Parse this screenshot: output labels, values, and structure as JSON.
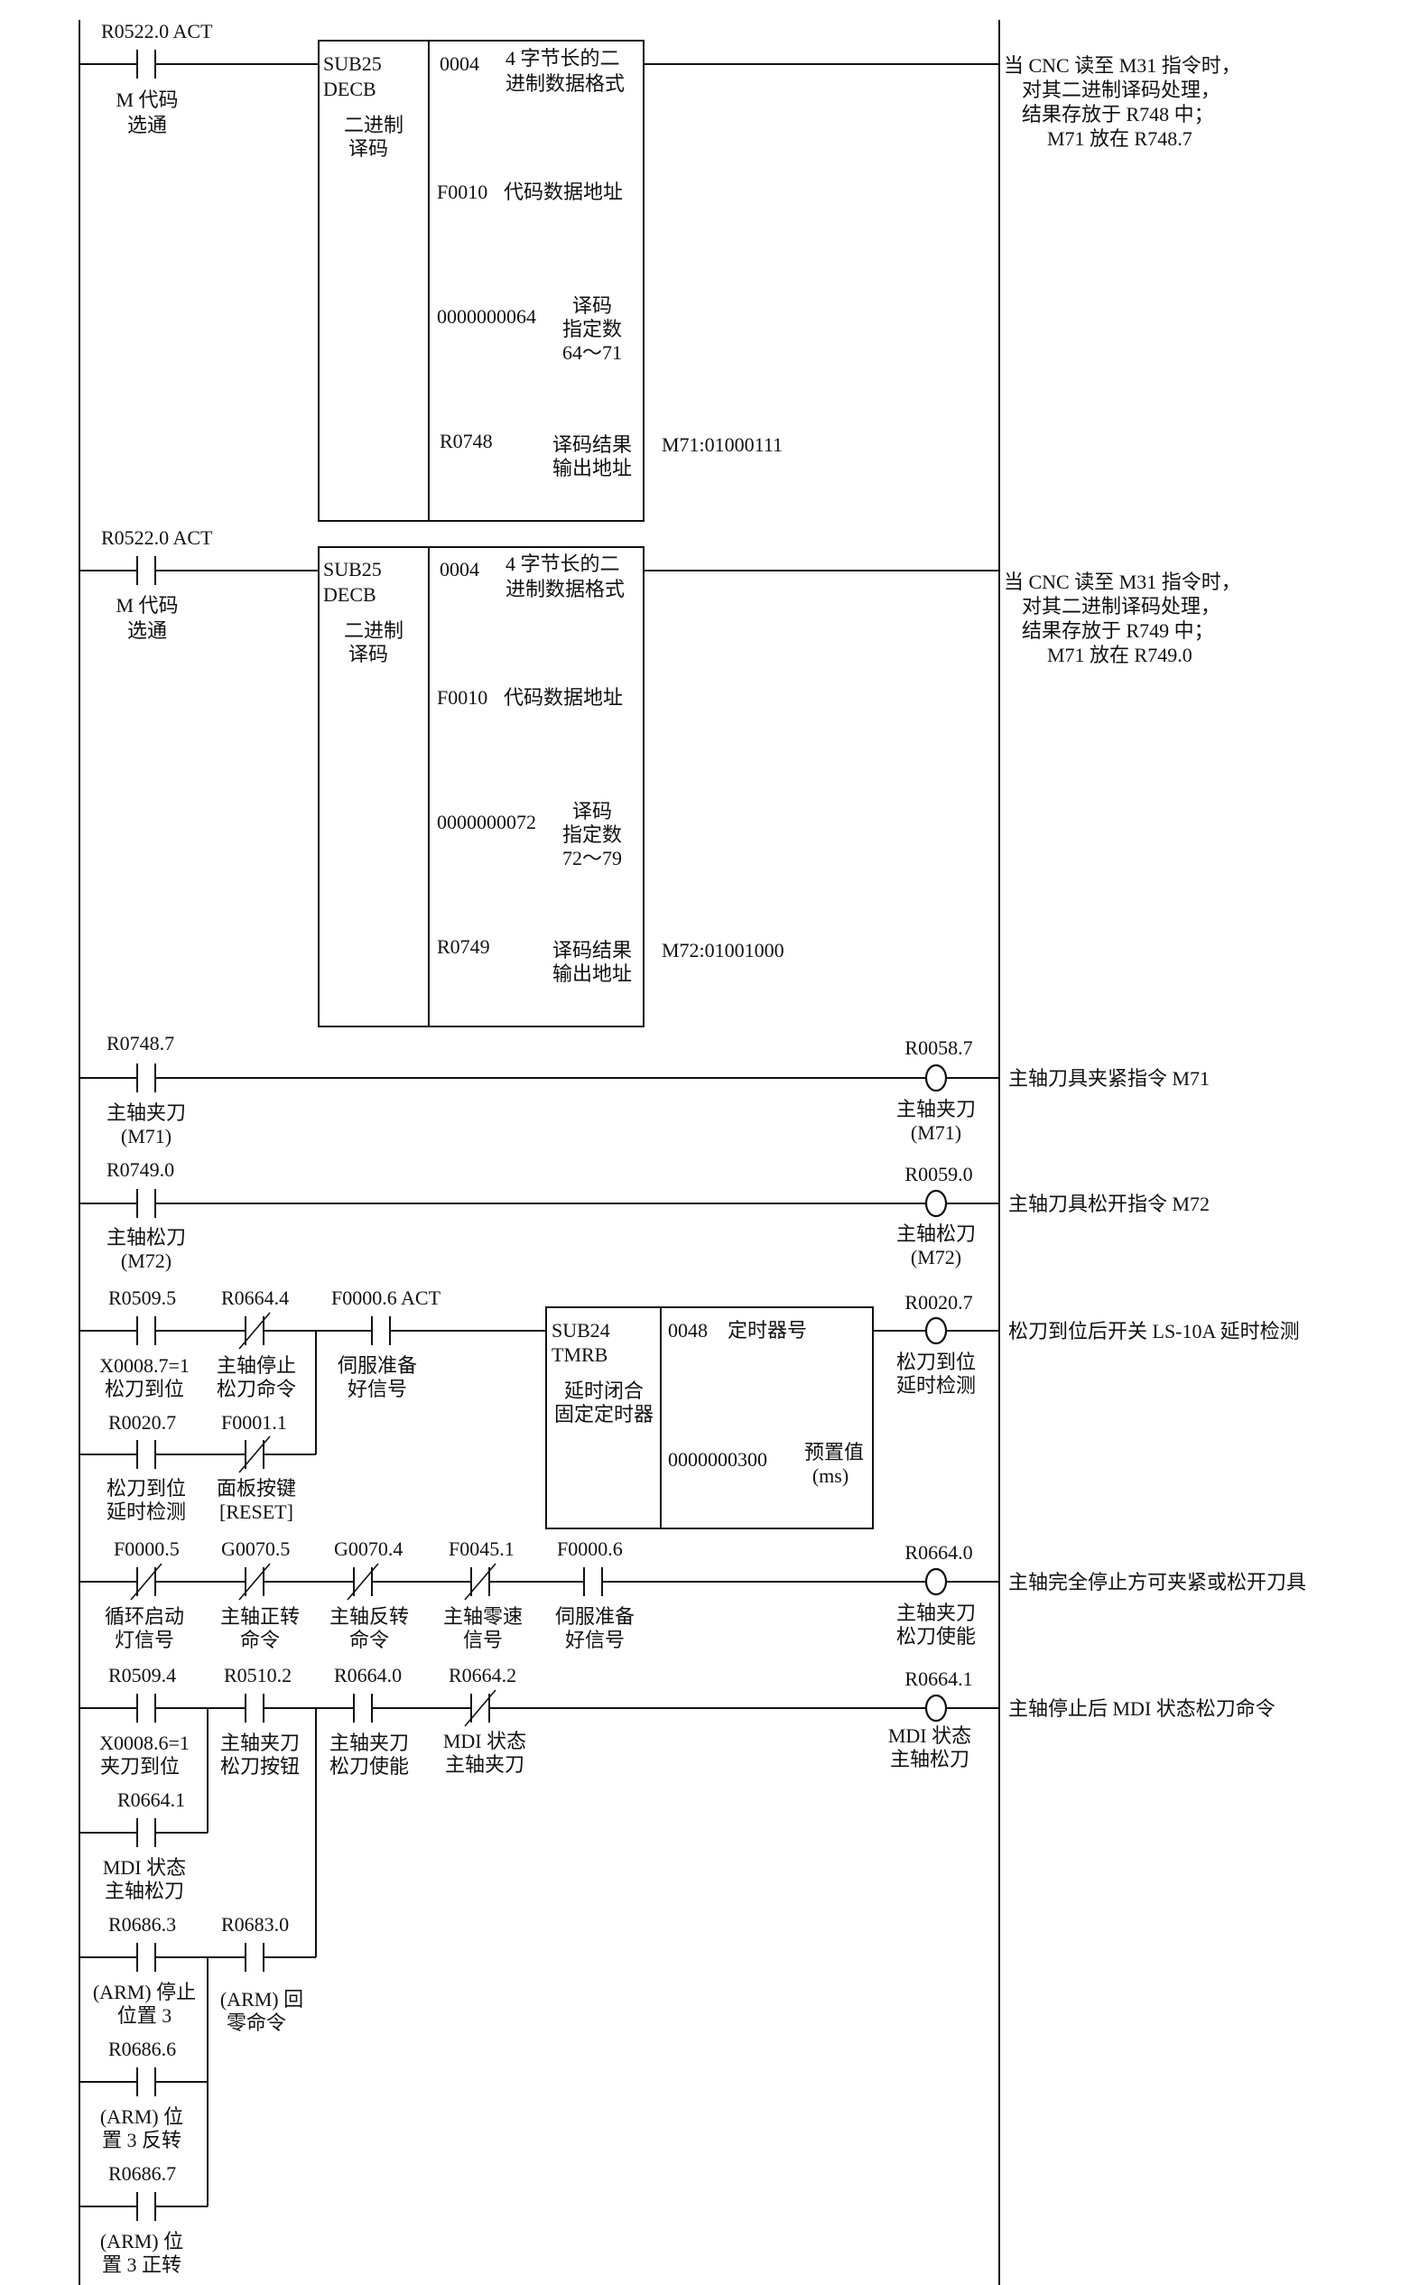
{
  "diagram": {
    "rung1": {
      "contact_addr": "R0522.0 ACT",
      "contact_desc_1": "M 代码",
      "contact_desc_2": "选通",
      "func_name_1": "SUB25",
      "func_name_2": "DECB",
      "func_desc_1": "二进制",
      "func_desc_2": "译码",
      "p1_val": "0004",
      "p1_desc_1": "4 字节长的二",
      "p1_desc_2": "进制数据格式",
      "p2_val": "F0010",
      "p2_desc": "代码数据地址",
      "p3_val": "0000000064",
      "p3_desc_1": "译码",
      "p3_desc_2": "指定数",
      "p3_desc_3": "64～71",
      "p4_val": "R0748",
      "p4_desc_1": "译码结果",
      "p4_desc_2": "输出地址",
      "result": "M71:01000111",
      "comment_1": "当 CNC 读至 M31 指令时，",
      "comment_2": "对其二进制译码处理，",
      "comment_3": "结果存放于 R748 中；",
      "comment_4": "M71 放在 R748.7"
    },
    "rung2": {
      "contact_addr": "R0522.0 ACT",
      "contact_desc_1": "M 代码",
      "contact_desc_2": "选通",
      "func_name_1": "SUB25",
      "func_name_2": "DECB",
      "func_desc_1": "二进制",
      "func_desc_2": "译码",
      "p1_val": "0004",
      "p1_desc_1": "4 字节长的二",
      "p1_desc_2": "进制数据格式",
      "p2_val": "F0010",
      "p2_desc": "代码数据地址",
      "p3_val": "0000000072",
      "p3_desc_1": "译码",
      "p3_desc_2": "指定数",
      "p3_desc_3": "72～79",
      "p4_val": "R0749",
      "p4_desc_1": "译码结果",
      "p4_desc_2": "输出地址",
      "result": "M72:01001000",
      "comment_1": "当 CNC 读至 M31 指令时，",
      "comment_2": "对其二进制译码处理，",
      "comment_3": "结果存放于 R749 中；",
      "comment_4": "M71 放在 R749.0"
    },
    "rung3": {
      "contact_addr": "R0748.7",
      "contact_desc_1": "主轴夹刀",
      "contact_desc_2": "(M71)",
      "coil_addr": "R0058.7",
      "coil_desc_1": "主轴夹刀",
      "coil_desc_2": "(M71)",
      "comment": "主轴刀具夹紧指令 M71"
    },
    "rung4": {
      "contact_addr": "R0749.0",
      "contact_desc_1": "主轴松刀",
      "contact_desc_2": "(M72)",
      "coil_addr": "R0059.0",
      "coil_desc_1": "主轴松刀",
      "coil_desc_2": "(M72)",
      "comment": "主轴刀具松开指令 M72"
    },
    "rung5": {
      "c1_addr": "R0509.5",
      "c1_desc_1": "X0008.7=1",
      "c1_desc_2": "松刀到位",
      "c2_addr": "R0664.4",
      "c2_desc_1": "主轴停止",
      "c2_desc_2": "松刀命令",
      "c3_addr": "F0000.6 ACT",
      "c3_desc_1": "伺服准备",
      "c3_desc_2": "好信号",
      "c4_addr": "R0020.7",
      "c4_desc_1": "松刀到位",
      "c4_desc_2": "延时检测",
      "c5_addr": "F0001.1",
      "c5_desc_1": "面板按键",
      "c5_desc_2": "[RESET]",
      "func_name_1": "SUB24",
      "func_name_2": "TMRB",
      "func_desc_1": "延时闭合",
      "func_desc_2": "固定定时器",
      "p1_val": "0048",
      "p1_desc": "定时器号",
      "p2_val": "0000000300",
      "p2_desc_1": "预置值",
      "p2_desc_2": "(ms)",
      "coil_addr": "R0020.7",
      "coil_desc_1": "松刀到位",
      "coil_desc_2": "延时检测",
      "comment": "松刀到位后开关 LS-10A 延时检测"
    },
    "rung6": {
      "c1_addr": "F0000.5",
      "c1_desc_1": "循环启动",
      "c1_desc_2": "灯信号",
      "c2_addr": "G0070.5",
      "c2_desc_1": "主轴正转",
      "c2_desc_2": "命令",
      "c3_addr": "G0070.4",
      "c3_desc_1": "主轴反转",
      "c3_desc_2": "命令",
      "c4_addr": "F0045.1",
      "c4_desc_1": "主轴零速",
      "c4_desc_2": "信号",
      "c5_addr": "F0000.6",
      "c5_desc_1": "伺服准备",
      "c5_desc_2": "好信号",
      "coil_addr": "R0664.0",
      "coil_desc_1": "主轴夹刀",
      "coil_desc_2": "松刀使能",
      "comment": "主轴完全停止方可夹紧或松开刀具"
    },
    "rung7": {
      "c1_addr": "R0509.4",
      "c1_desc_1": "X0008.6=1",
      "c1_desc_2": "夹刀到位",
      "c2_addr": "R0510.2",
      "c2_desc_1": "主轴夹刀",
      "c2_desc_2": "松刀按钮",
      "c3_addr": "R0664.0",
      "c3_desc_1": "主轴夹刀",
      "c3_desc_2": "松刀使能",
      "c4_addr": "R0664.2",
      "c4_desc_1": "MDI 状态",
      "c4_desc_2": "主轴夹刀",
      "c5_addr": "R0664.1",
      "c5_desc_1": "MDI 状态",
      "c5_desc_2": "主轴松刀",
      "c6_addr": "R0686.3",
      "c6_desc_1": "(ARM) 停止",
      "c6_desc_2": "位置 3",
      "c7_addr": "R0683.0",
      "c7_desc_1": "(ARM) 回",
      "c7_desc_2": "零命令",
      "c8_addr": "R0686.6",
      "c8_desc_1": "(ARM) 位",
      "c8_desc_2": "置 3 反转",
      "c9_addr": "R0686.7",
      "c9_desc_1": "(ARM) 位",
      "c9_desc_2": "置 3 正转",
      "coil_addr": "R0664.1",
      "coil_desc_1": "MDI 状态",
      "coil_desc_2": "主轴松刀",
      "comment": "主轴停止后 MDI 状态松刀命令"
    }
  }
}
